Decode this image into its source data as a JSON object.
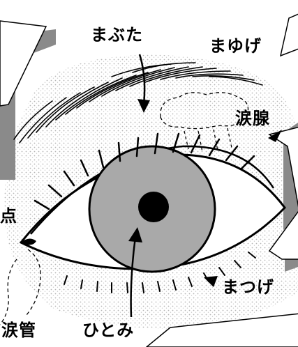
{
  "diagram": {
    "labels": {
      "eyelid": "まぶた",
      "eyebrow": "まゆげ",
      "lacrimal_gland": "涙腺",
      "lacrimal_point": "点",
      "eyelash": "まつげ",
      "lacrimal_duct": "涙管",
      "pupil": "ひとみ"
    }
  },
  "colors": {
    "ink": "#000000",
    "iris": "#a9a9a9",
    "skin_stipple": "#c8c8c8",
    "callout_shadow": "#8a8a8a"
  }
}
